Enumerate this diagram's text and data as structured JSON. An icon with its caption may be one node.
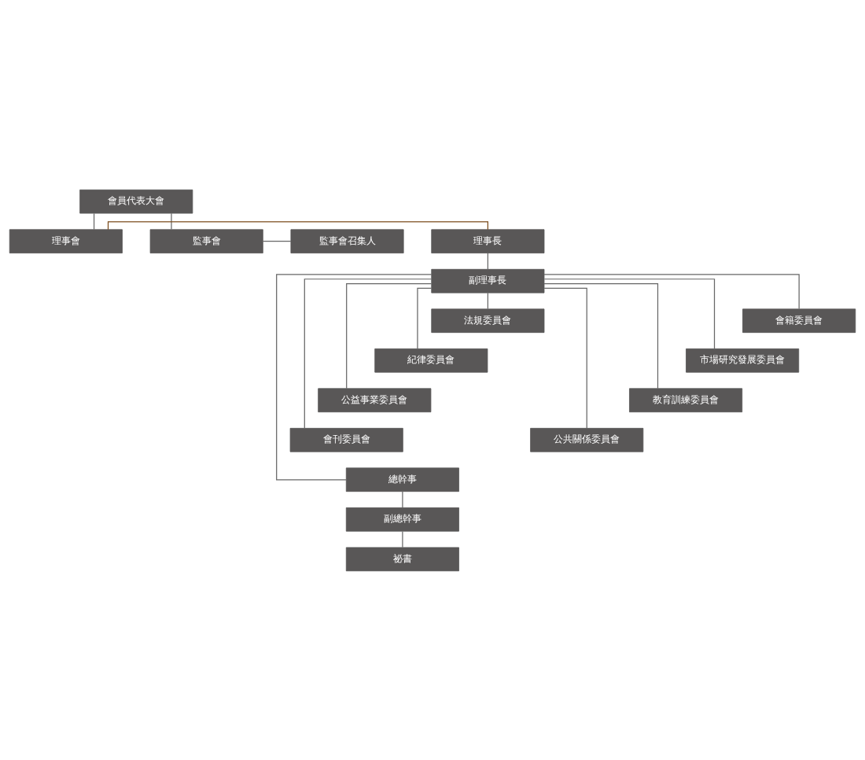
{
  "diagram": {
    "nodes": [
      {
        "text": [
          "會員代表大會"
        ]
      },
      {
        "text": [
          "監事會"
        ]
      },
      {
        "text": [
          "監事會召集人"
        ]
      },
      {
        "text": [
          "理事會"
        ]
      },
      {
        "text": [
          "理事長"
        ]
      },
      {
        "text": [
          "副理事長"
        ]
      },
      {
        "text": [
          "會籍委員會"
        ]
      },
      {
        "text": [
          "法規委員會"
        ]
      },
      {
        "text": [
          "市場研究發展委員會"
        ]
      },
      {
        "text": [
          "紀律委員會"
        ]
      },
      {
        "text": [
          "教育訓練委員會"
        ]
      },
      {
        "text": [
          "公益事業委員會"
        ]
      },
      {
        "text": [
          "公共關係委員會"
        ]
      },
      {
        "text": [
          "會刊委員會"
        ]
      },
      {
        "text": [
          "總幹事"
        ]
      },
      {
        "text": [
          "副總幹事"
        ]
      },
      {
        "text": [
          "祕書"
        ]
      }
    ],
    "edges": [
      {
        "from": 0,
        "to": 3,
        "arrow": "none"
      },
      {
        "from": 0,
        "to": 1,
        "arrow": "none"
      },
      {
        "from": 1,
        "to": 2,
        "arrow": "none"
      },
      {
        "from": 3,
        "to": 4,
        "arrow": "none",
        "color": "#7a4a1a"
      },
      {
        "from": 4,
        "to": 5,
        "arrow": "none"
      },
      {
        "from": 5,
        "to": 6,
        "arrow": "none"
      },
      {
        "from": 5,
        "to": 7,
        "arrow": "none"
      },
      {
        "from": 5,
        "to": 8,
        "arrow": "none"
      },
      {
        "from": 5,
        "to": 9,
        "arrow": "none"
      },
      {
        "from": 5,
        "to": 10,
        "arrow": "none"
      },
      {
        "from": 5,
        "to": 11,
        "arrow": "none"
      },
      {
        "from": 5,
        "to": 12,
        "arrow": "none"
      },
      {
        "from": 5,
        "to": 13,
        "arrow": "none"
      },
      {
        "from": 5,
        "to": 14,
        "arrow": "none"
      },
      {
        "from": 14,
        "to": 15,
        "arrow": "none"
      },
      {
        "from": 15,
        "to": 16,
        "arrow": "none"
      }
    ]
  }
}
